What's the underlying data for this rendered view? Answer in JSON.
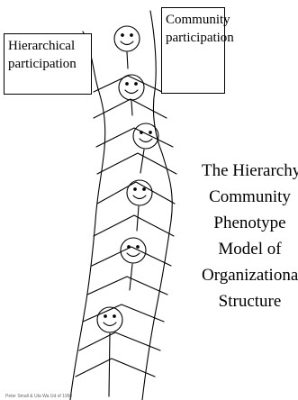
{
  "labels": {
    "hierarchical": [
      "Hierarchical",
      "participation"
    ],
    "community": [
      "Community",
      "participation"
    ]
  },
  "title": [
    "The Hierarchy-",
    "Community",
    "Phenotype",
    "Model of",
    "Organizational",
    "Structure"
  ],
  "credit": "Peter Small & Uta Wa Ud of 1998",
  "colors": {
    "ink": "#000000",
    "background": "#ffffff"
  },
  "figures": {
    "count": 6,
    "icon": "smiley-face-icon"
  }
}
